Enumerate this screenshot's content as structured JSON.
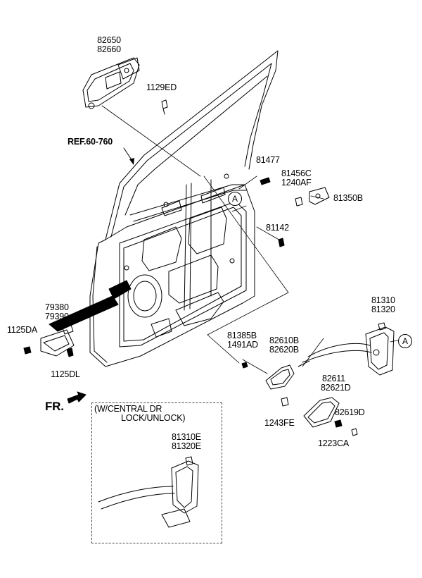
{
  "callout_letter": "A",
  "labels": {
    "p82650": "82650",
    "p82660": "82660",
    "p1129ED": "1129ED",
    "ref": "REF.60-760",
    "p81477": "81477",
    "p81456C": "81456C",
    "p1240AF": "1240AF",
    "p81350B": "81350B",
    "p81142": "81142",
    "p79380": "79380",
    "p79390": "79390",
    "p1125DA": "1125DA",
    "p1125DL": "1125DL",
    "p81385B": "81385B",
    "p1491AD": "1491AD",
    "p82610B": "82610B",
    "p82620B": "82620B",
    "p81310": "81310",
    "p81320": "81320",
    "p82611": "82611",
    "p82621D": "82621D",
    "p82619D": "82619D",
    "p1243FE": "1243FE",
    "p1223CA": "1223CA",
    "fr": "FR.",
    "option_line1": "(W/CENTRAL DR",
    "option_line2": "LOCK/UNLOCK)",
    "p81310E": "81310E",
    "p81320E": "81320E"
  }
}
